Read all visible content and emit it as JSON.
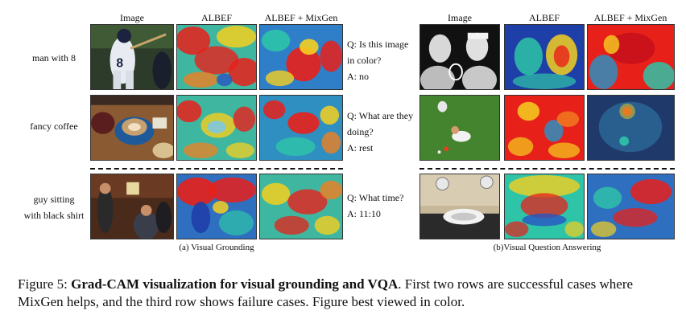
{
  "panel_a": {
    "headers": [
      "Image",
      "ALBEF",
      "ALBEF + MixGen"
    ],
    "rows": [
      "man with 8",
      "fancy coffee",
      "guy sitting\nwith black shirt"
    ],
    "subcaption": "(a) Visual Grounding"
  },
  "panel_b": {
    "headers": [
      "Image",
      "ALBEF",
      "ALBEF + MixGen"
    ],
    "rows": [
      "Q: Is this image\nin color?\nA: no",
      "Q: What are they\ndoing?\nA: rest",
      "Q: What time?\nA: 11:10"
    ],
    "subcaption": "(b)Visual Question Answering"
  },
  "caption": {
    "label": "Figure 5:",
    "bold": "Grad-CAM visualization for visual grounding and VQA",
    "rest": ". First two rows are successful cases where MixGen helps, and the third row shows failure cases. Figure best viewed in color."
  },
  "colors": {
    "heat_hot": "#e8201a",
    "heat_warm": "#f5d020",
    "heat_mid": "#2ec4a8",
    "heat_cool": "#1f3fa8"
  }
}
